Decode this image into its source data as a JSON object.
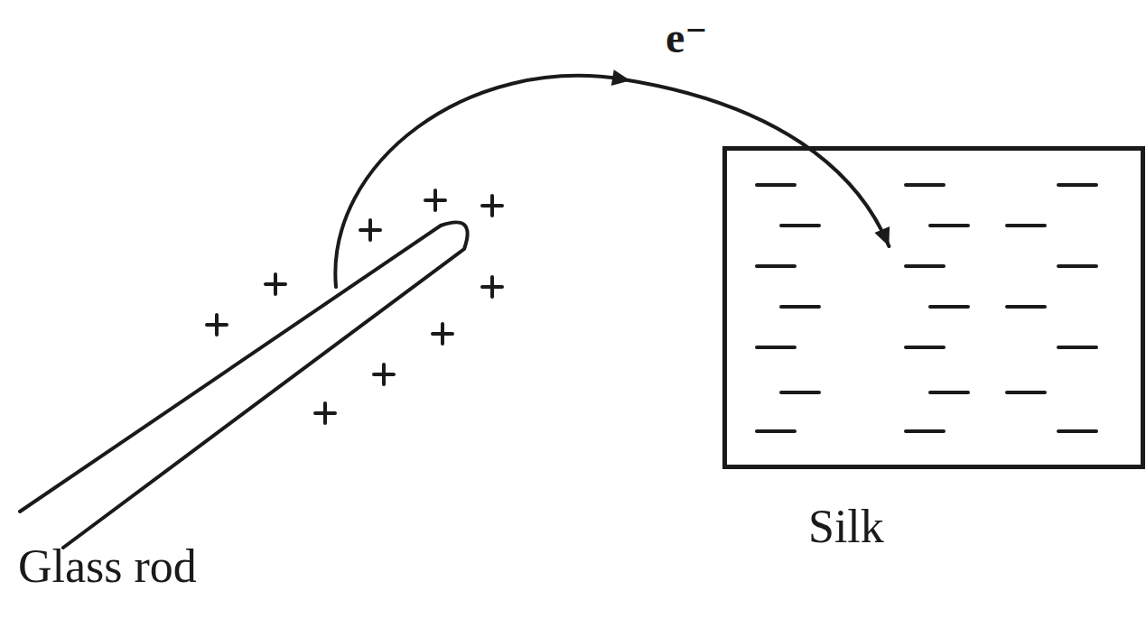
{
  "diagram": {
    "nodes": [
      {
        "text": [
          "Glass rod"
        ]
      },
      {
        "text": [
          "Silk"
        ]
      }
    ],
    "edges": [
      {
        "from": 0,
        "to": 1,
        "arrow": "to",
        "label": "e⁻"
      }
    ]
  }
}
